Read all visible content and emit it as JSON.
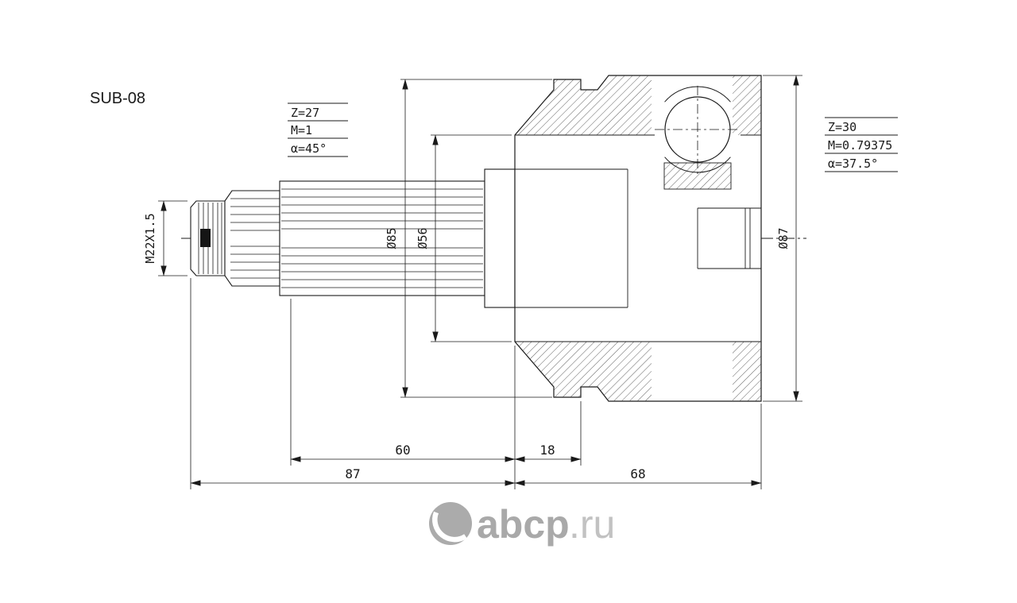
{
  "drawing": {
    "part_number": "SUB-08",
    "spec_table_left": {
      "rows": [
        "Z=27",
        "M=1",
        "α=45°"
      ]
    },
    "spec_table_right": {
      "rows": [
        "Z=30",
        "M=0.79375",
        "α=37.5°"
      ]
    },
    "dimensions": {
      "thread": "M22X1.5",
      "dia_85": "Ø85",
      "dia_56": "Ø56",
      "dia_87": "Ø87",
      "len_60": "60",
      "len_18": "18",
      "len_87": "87",
      "len_68": "68"
    },
    "colors": {
      "line": "#1a1a1a",
      "background": "#ffffff",
      "watermark": "#a9a9a9"
    }
  },
  "watermark": {
    "brand": "abcp",
    "tld": ".ru"
  }
}
